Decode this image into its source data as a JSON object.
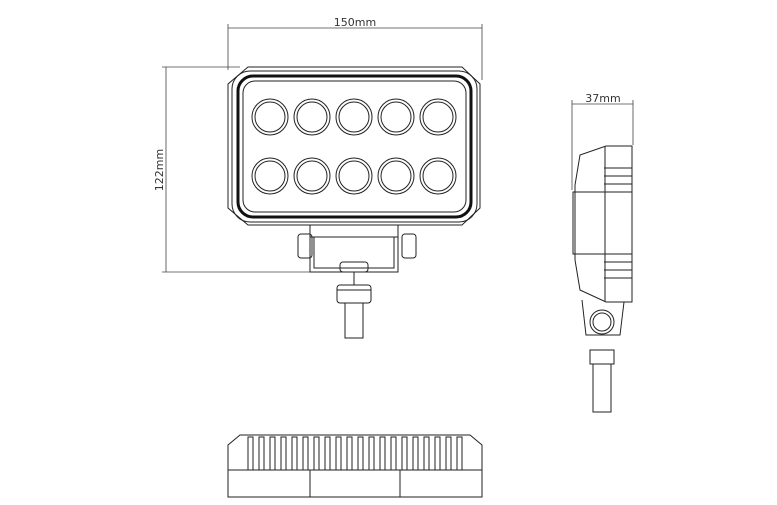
{
  "dimensions": {
    "width_label": "150mm",
    "height_label": "122mm",
    "depth_label": "37mm"
  },
  "front_view": {
    "led_rows": 2,
    "led_columns": 5
  },
  "colors": {
    "line": "#222222",
    "background": "#ffffff"
  }
}
